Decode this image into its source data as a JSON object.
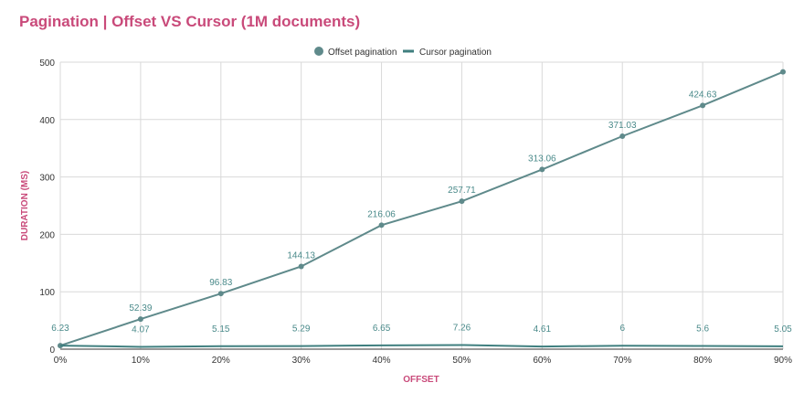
{
  "chart_data": {
    "type": "line",
    "title": "Pagination | Offset VS Cursor (1M documents)",
    "xlabel": "OFFSET",
    "ylabel": "DURATION (MS)",
    "categories": [
      "0%",
      "10%",
      "20%",
      "30%",
      "40%",
      "50%",
      "60%",
      "70%",
      "80%",
      "90%"
    ],
    "ylim": [
      0,
      500
    ],
    "yticks": [
      "0",
      "100",
      "200",
      "300",
      "400",
      "500"
    ],
    "grid": true,
    "legend_position": "top",
    "series": [
      {
        "name": "Offset pagination",
        "color": "#5f8a8b",
        "values": [
          6.23,
          52.39,
          96.83,
          144.13,
          216.06,
          257.71,
          313.06,
          371.03,
          424.63,
          483
        ],
        "labels": [
          "6.23",
          "52.39",
          "96.83",
          "144.13",
          "216.06",
          "257.71",
          "313.06",
          "371.03",
          "424.63",
          null
        ]
      },
      {
        "name": "Cursor pagination",
        "color": "#3f7f7f",
        "values": [
          6.23,
          4.07,
          5.15,
          5.29,
          6.65,
          7.26,
          4.61,
          6,
          5.6,
          5.05
        ],
        "labels": [
          null,
          "4.07",
          "5.15",
          "5.29",
          "6.65",
          "7.26",
          "4.61",
          "6",
          "5.6",
          "5.05"
        ]
      }
    ]
  }
}
